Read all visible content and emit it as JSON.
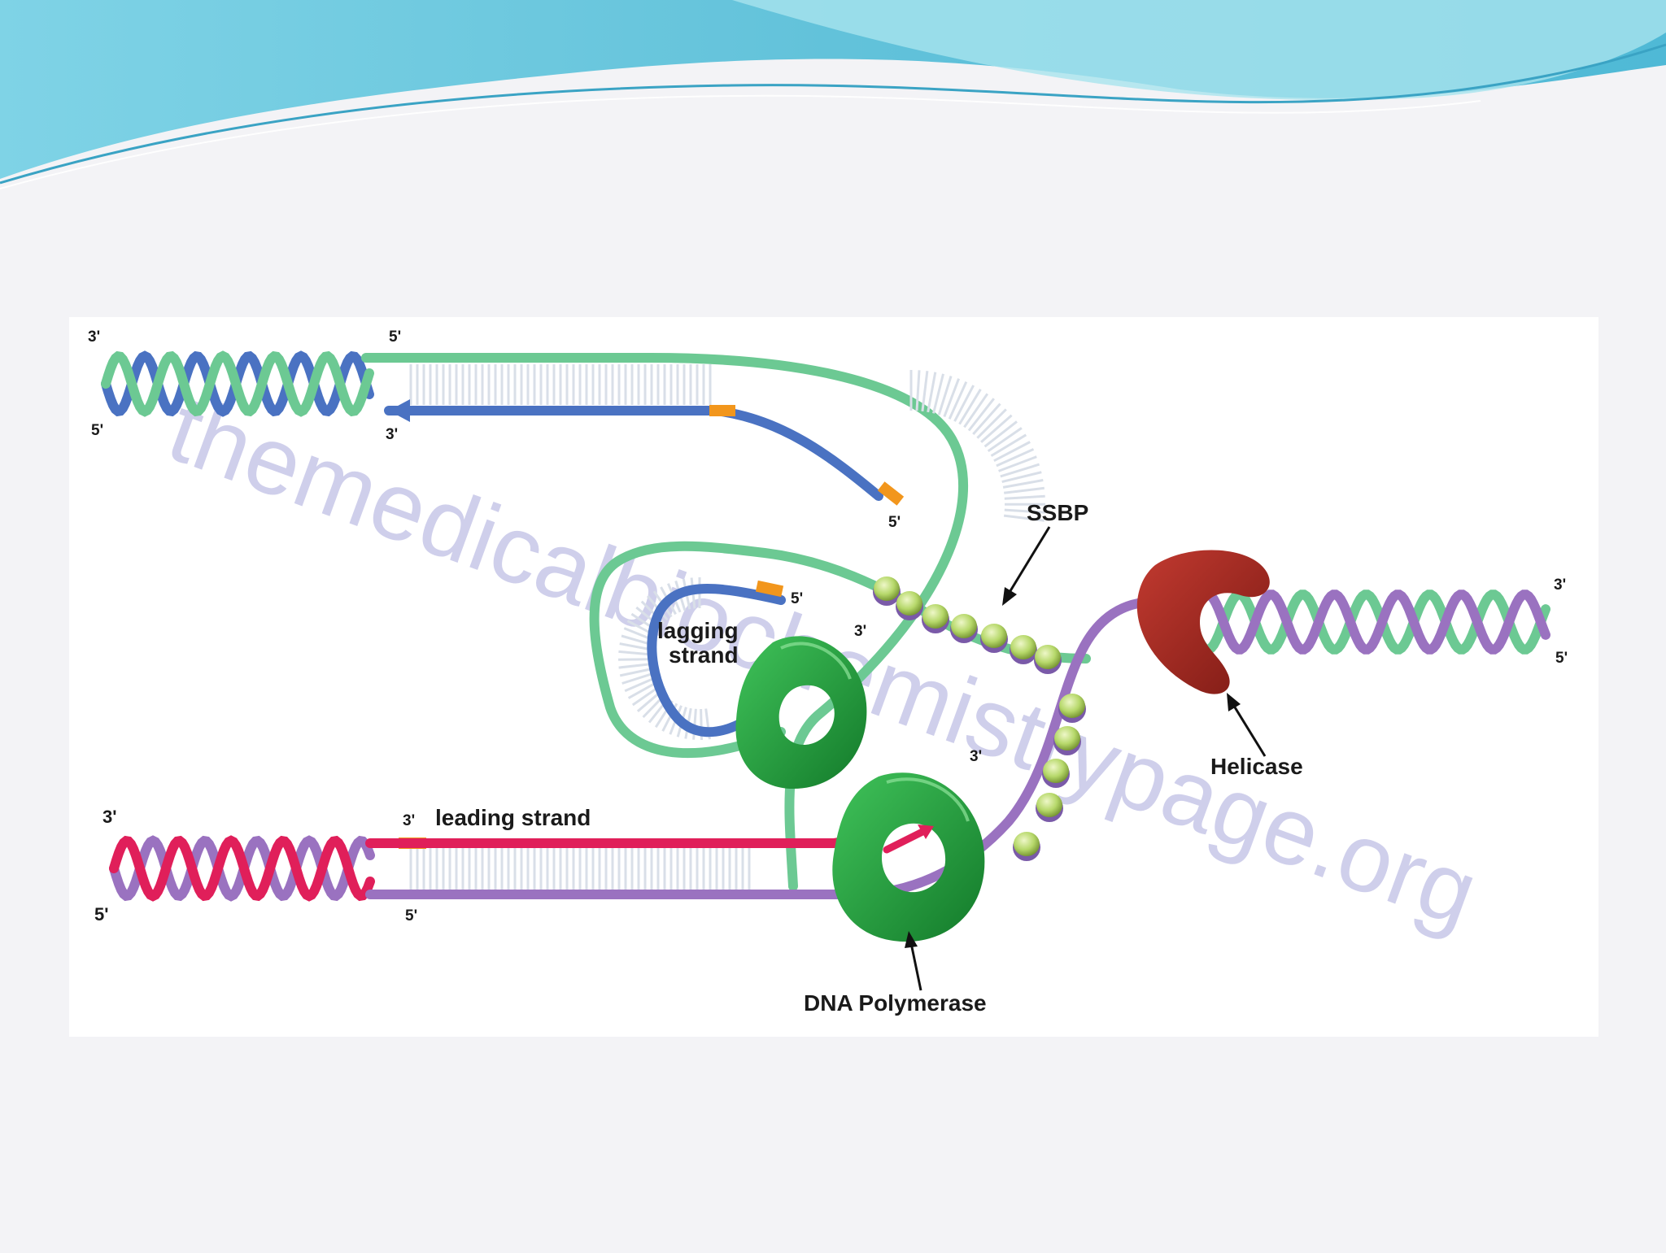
{
  "diagram": {
    "labels": {
      "ssbp": "SSBP",
      "helicase": "Helicase",
      "dna_polymerase": "DNA Polymerase",
      "lagging_line1": "lagging",
      "lagging_line2": "strand",
      "leading": "leading strand"
    },
    "ends": {
      "top_helix_left_top": "3'",
      "top_helix_left_bottom": "5'",
      "top_fork_upper": "5'",
      "top_fork_lower": "3'",
      "okazaki_outer_end": "5'",
      "okazaki_inner_end": "5'",
      "lagging_template_3": "3'",
      "leading_template_3": "3'",
      "right_helix_top": "3'",
      "right_helix_bottom": "5'",
      "bottom_helix_left_top": "3'",
      "bottom_helix_left_bottom": "5'",
      "leading_primer_3": "3'",
      "leading_template_5": "5'"
    },
    "watermark": "themedicalbiochemistrypage.org",
    "colors": {
      "lagging_template": "#6cc993",
      "lagging_new": "#4a72c2",
      "leading_template": "#9a72c0",
      "leading_new": "#e01f5a",
      "primer": "#f2961c",
      "polymerase": "#1f9a3a",
      "helicase": "#a82a22",
      "ssbp": "#b6d86a",
      "header": "#5cc6dc"
    }
  }
}
